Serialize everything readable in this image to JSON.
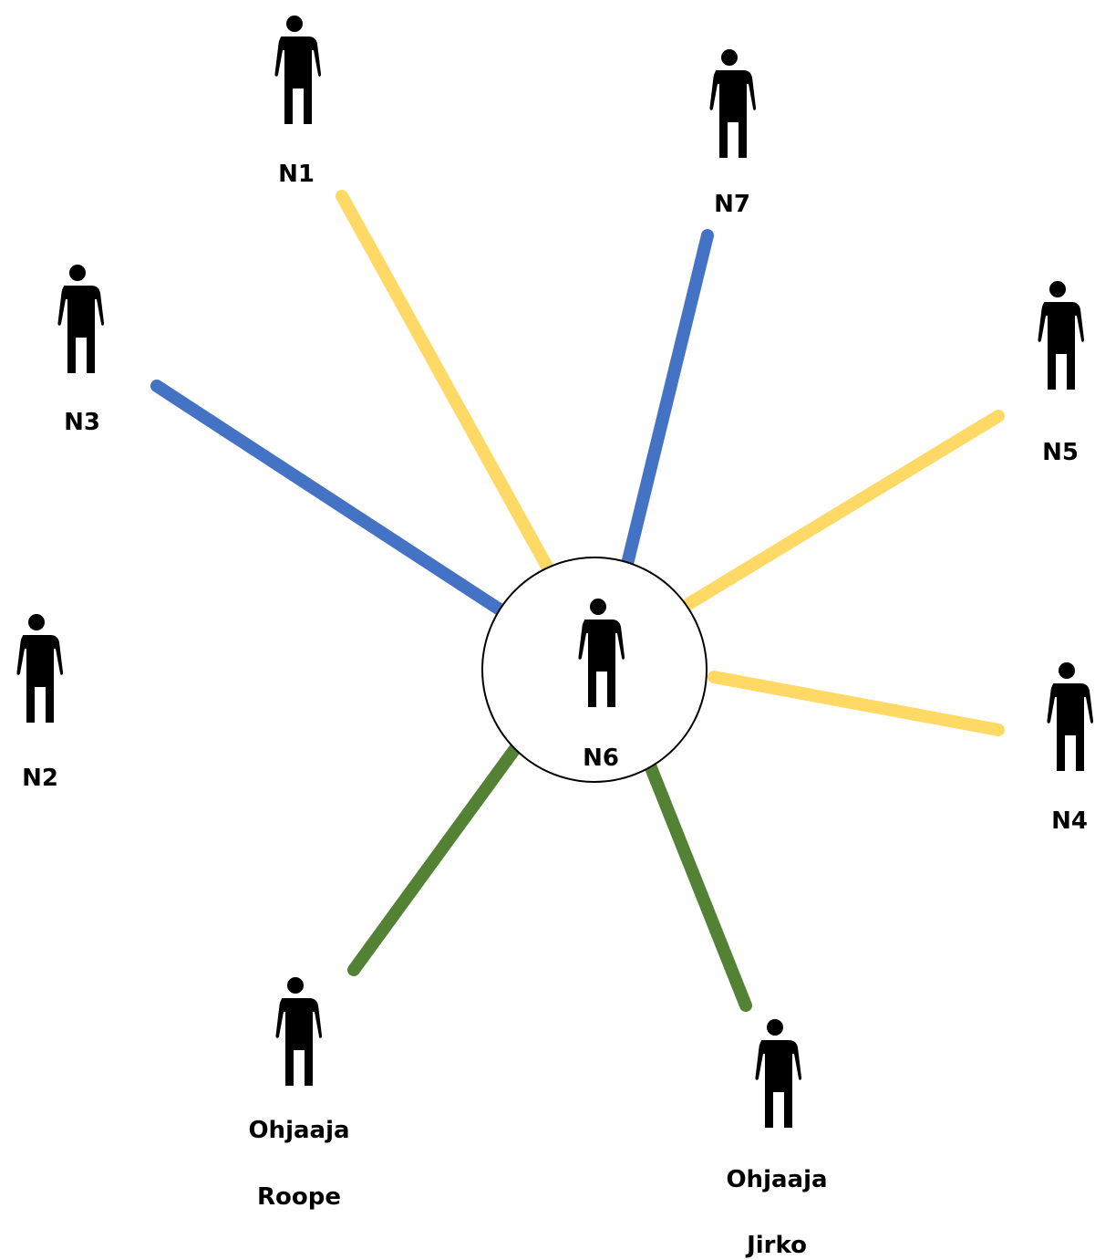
{
  "colors": {
    "yellow": "#FFD966",
    "blue": "#4472C4",
    "green": "#548235",
    "person": "#000000",
    "circle_stroke": "#000000"
  },
  "center": {
    "label": "N6",
    "icon": "person-icon"
  },
  "people": {
    "n1": {
      "label": "N1",
      "icon": "person-icon"
    },
    "n7": {
      "label": "N7",
      "icon": "person-icon"
    },
    "n3": {
      "label": "N3",
      "icon": "person-icon"
    },
    "n5": {
      "label": "N5",
      "icon": "person-icon"
    },
    "n2": {
      "label": "N2",
      "icon": "person-icon"
    },
    "n4": {
      "label": "N4",
      "icon": "person-icon"
    },
    "roope": {
      "label_line1": "Ohjaaja",
      "label_line2": "Roope",
      "icon": "person-icon"
    },
    "jirko": {
      "label_line1": "Ohjaaja",
      "label_line2": "Jirko",
      "icon": "person-icon"
    }
  },
  "connections": [
    {
      "from": "N6",
      "to": "N1",
      "color": "yellow"
    },
    {
      "from": "N6",
      "to": "N7",
      "color": "blue"
    },
    {
      "from": "N6",
      "to": "N3",
      "color": "blue"
    },
    {
      "from": "N6",
      "to": "N5",
      "color": "yellow"
    },
    {
      "from": "N6",
      "to": "N4",
      "color": "yellow"
    },
    {
      "from": "N6",
      "to": "Ohjaaja Roope",
      "color": "green"
    },
    {
      "from": "N6",
      "to": "Ohjaaja Jirko",
      "color": "green"
    }
  ]
}
